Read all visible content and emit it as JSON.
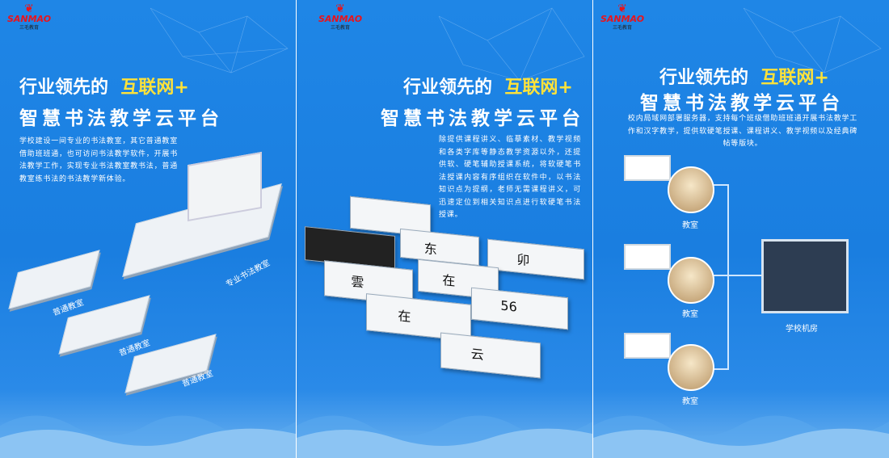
{
  "brand": {
    "logo_text": "SANMAO",
    "logo_sub": "三毛教育"
  },
  "headline": {
    "prefix": "行业领先的",
    "highlight": "互联网+",
    "title": "智慧书法教学云平台"
  },
  "panel1": {
    "body": "学校建设一间专业的书法教室，其它普通教室借助班班通，也可访问书法教学软件，开展书法教学工作，实现专业书法教室教书法，普通教室练书法的书法教学新体验。",
    "labels": {
      "pro_room": "专业书法教室",
      "room1": "普通教室",
      "room2": "普通教室",
      "room3": "普通教室"
    }
  },
  "panel2": {
    "body": "除提供课程讲义、临摹素材、教学视频和各类字库等静态教学资源以外，还提供软、硬笔辅助授课系统，将软硬笔书法授课内容有序组织在软件中，以书法知识点为提纲，老师无需课程讲义，可迅速定位到相关知识点进行软硬笔书法授课。"
  },
  "panel3": {
    "body": "校内局域网部署服务器，支持每个班级借助班班通开展书法教学工作和汉字教学，提供软硬笔授课、课程讲义、教学视频以及经典碑帖等版块。",
    "labels": {
      "class1": "教室",
      "class2": "教室",
      "class3": "教室",
      "server_room": "学校机房"
    }
  },
  "colors": {
    "bg": "#1f86e6",
    "highlight": "#ffe23a",
    "logo": "#e8141c"
  }
}
